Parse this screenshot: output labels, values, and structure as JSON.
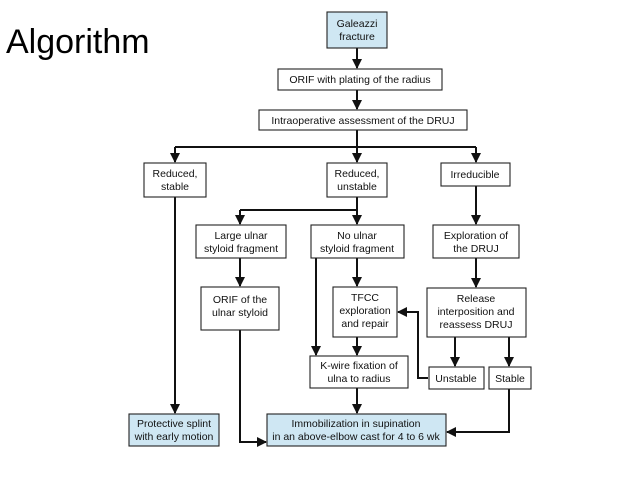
{
  "slide": {
    "title": "Algorithm"
  },
  "colors": {
    "highlight_fill": "#cfe7f3",
    "plain_fill": "#ffffff",
    "stroke": "#222222",
    "line": "#111111"
  },
  "nodes": {
    "galeazzi": [
      "Galeazzi",
      "fracture"
    ],
    "orif_radius": [
      "ORIF with plating of the radius"
    ],
    "intraop": [
      "Intraoperative assessment of the DRUJ"
    ],
    "reduced_stable": [
      "Reduced,",
      "stable"
    ],
    "reduced_unstable": [
      "Reduced,",
      "unstable"
    ],
    "irreducible": [
      "Irreducible"
    ],
    "large_ulnar": [
      "Large ulnar",
      "styloid fragment"
    ],
    "no_ulnar": [
      "No ulnar",
      "styloid fragment"
    ],
    "exploration": [
      "Exploration of",
      "the DRUJ"
    ],
    "orif_ulnar": [
      "ORIF of the",
      "ulnar styloid"
    ],
    "tfcc": [
      "TFCC",
      "exploration",
      "and repair"
    ],
    "release": [
      "Release",
      "interposition and",
      "reassess DRUJ"
    ],
    "kwire": [
      "K-wire fixation of",
      "ulna to radius"
    ],
    "unstable": [
      "Unstable"
    ],
    "stable": [
      "Stable"
    ],
    "splint": [
      "Protective splint",
      "with early motion"
    ],
    "immobilization": [
      "Immobilization in supination",
      "in an above-elbow cast for 4 to 6 wk"
    ]
  }
}
